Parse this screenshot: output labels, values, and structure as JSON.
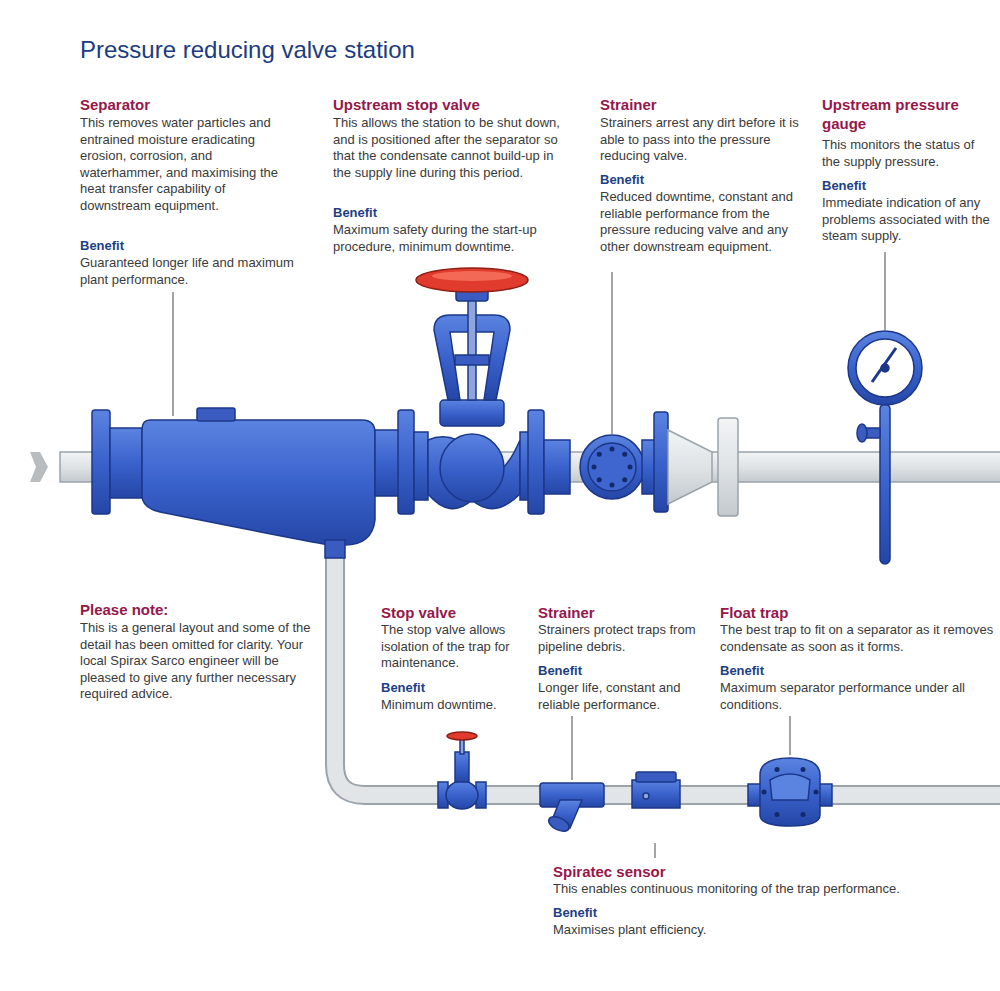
{
  "diagram": {
    "title": "Pressure reducing valve station",
    "labels": [
      "Separator",
      "This removes water particles and entrained moisture eradicating erosion, corrosion, and waterhammer, and maximising the heat transfer capability of downstream equipment.",
      "Benefit",
      "Guaranteed longer life and maximum plant performance.",
      "Upstream stop valve",
      "This allows the station to be shut down, and is positioned after the separator so that the condensate cannot build-up in the supply line during this period.",
      "Benefit",
      "Maximum safety during the start-up procedure, minimum downtime.",
      "Strainer",
      "Strainers arrest any dirt before it is able to pass into the pressure reducing valve.",
      "Benefit",
      "Reduced downtime, constant and reliable performance from the pressure reducing valve and any other downstream equipment.",
      "Upstream pressure gauge",
      "This monitors the status of the supply pressure.",
      "Benefit",
      "Immediate indication of any problems associated with the steam supply.",
      "Please note:",
      "This is a general layout and some of the detail has been omitted for clarity. Your local Spirax Sarco engineer will be pleased to give any further necessary required advice.",
      "Stop valve",
      "The stop valve allows isolation of the trap for maintenance.",
      "Benefit",
      "Minimum downtime.",
      "Strainer",
      "Strainers protect traps from pipeline debris.",
      "Benefit",
      "Longer life, constant and reliable performance.",
      "Float trap",
      "The best trap to fit on a separator as it removes condensate as soon as it forms.",
      "Benefit",
      "Maximum separator performance under all conditions.",
      "Spiratec sensor",
      "This enables continuous monitoring of the trap performance.",
      "Benefit",
      "Maximises plant efficiency."
    ]
  }
}
